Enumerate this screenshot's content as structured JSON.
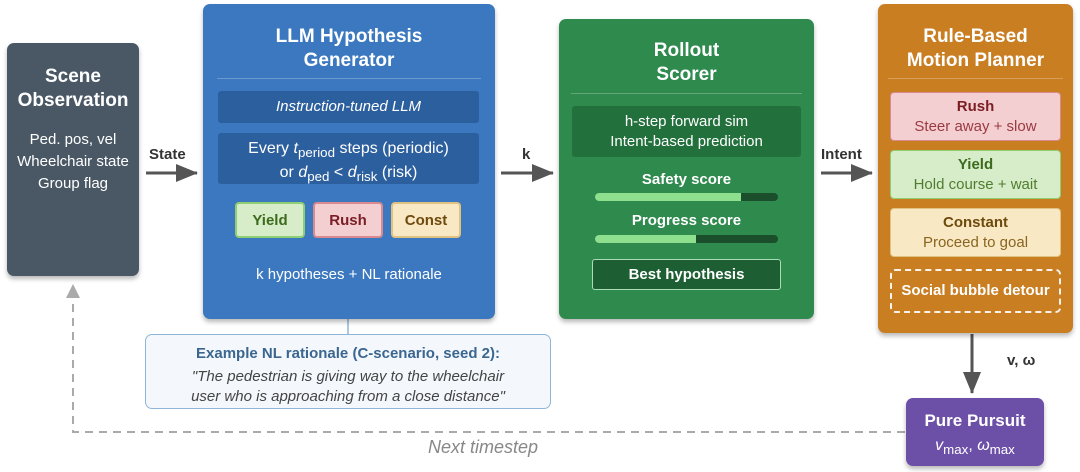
{
  "scene": {
    "title_l1": "Scene",
    "title_l2": "Observation",
    "lines": [
      "Ped. pos, vel",
      "Wheelchair state",
      "Group flag"
    ]
  },
  "llm": {
    "title_l1": "LLM Hypothesis",
    "title_l2": "Generator",
    "model": "Instruction-tuned LLM",
    "trigger": {
      "every": "Every",
      "t": "t",
      "t_sub": "period",
      "periodic": "steps (periodic)",
      "or": "or",
      "d": "d",
      "d_sub": "ped",
      "lt": "<",
      "d2": "d",
      "d2_sub": "risk",
      "risk": "(risk)"
    },
    "chips": [
      "Yield",
      "Rush",
      "Const"
    ],
    "output": "k hypotheses + NL rationale"
  },
  "rollout": {
    "title_l1": "Rollout",
    "title_l2": "Scorer",
    "sim_l1": "h-step forward sim",
    "sim_l2": "Intent-based prediction",
    "safety_label": "Safety score",
    "safety_value": 0.8,
    "progress_label": "Progress score",
    "progress_value": 0.55,
    "best": "Best hypothesis"
  },
  "planner": {
    "title_l1": "Rule-Based",
    "title_l2": "Motion Planner",
    "intents": [
      {
        "name": "Rush",
        "desc": "Steer away + slow"
      },
      {
        "name": "Yield",
        "desc": "Hold course + wait"
      },
      {
        "name": "Constant",
        "desc": "Proceed to goal"
      }
    ],
    "detour": "Social bubble detour"
  },
  "pursuit": {
    "title": "Pure Pursuit",
    "v": "v",
    "v_sub": "max",
    "sep": ", ",
    "w": "ω",
    "w_sub": "max"
  },
  "arrows": {
    "state": "State",
    "k": "k",
    "intent": "Intent",
    "vw": "v, ω",
    "next": "Next timestep"
  },
  "example": {
    "title": "Example NL rationale (C-scenario, seed 2):",
    "line1": "\"The pedestrian is giving way to the wheelchair",
    "line2": "user who is approaching from a close distance\""
  },
  "colors": {
    "scene": "#4a5866",
    "llm": "#3b78bf",
    "rollout": "#2f8a4e",
    "planner": "#c97e22",
    "pursuit": "#6c4fa6",
    "example_border": "#8fb6d8",
    "example_title": "#3a6690"
  }
}
